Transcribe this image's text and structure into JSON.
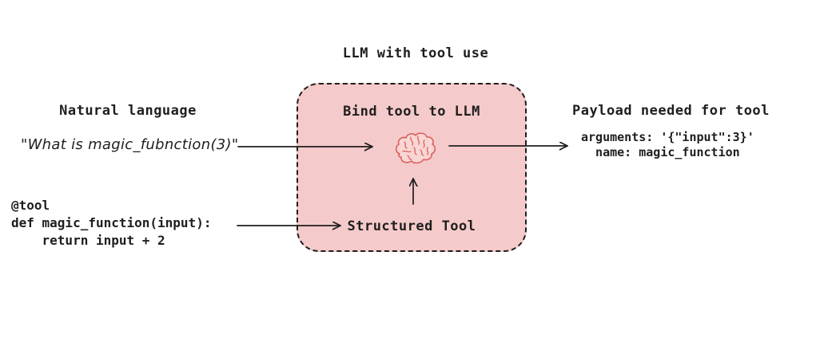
{
  "title": "LLM with tool use",
  "colors": {
    "background": "#ffffff",
    "text": "#1e1e1e",
    "arrow": "#1e1e1e",
    "box_fill": "#f5caca",
    "box_border": "#1e1e1e",
    "brain_stroke": "#dd5e5e",
    "brain_fill": "#f8d6d4"
  },
  "left": {
    "heading": "Natural language",
    "quote": "\"What is magic_fubnction(3)\"",
    "code": "@tool\ndef magic_function(input):\n    return input + 2"
  },
  "box": {
    "heading": "Bind tool to LLM",
    "icon": "brain-icon",
    "tool_label": "Structured Tool"
  },
  "right": {
    "heading": "Payload needed for tool",
    "payload": "arguments: '{\"input\":3}'\n  name: magic_function"
  },
  "arrows": [
    {
      "from": "natural-language-quote",
      "to": "llm-brain",
      "direction": "right"
    },
    {
      "from": "tool-code",
      "to": "structured-tool",
      "direction": "right"
    },
    {
      "from": "structured-tool",
      "to": "llm-brain",
      "direction": "up"
    },
    {
      "from": "llm-brain",
      "to": "tool-payload",
      "direction": "right"
    }
  ]
}
